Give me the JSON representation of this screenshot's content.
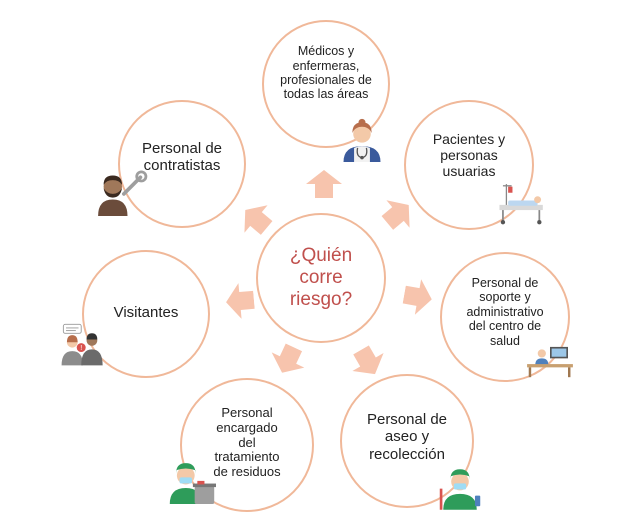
{
  "diagram": {
    "center": "¿Quién corre riesgo?",
    "nodes": {
      "medicos": "Médicos y enfermeras, profesionales de todas las áreas",
      "pacientes": "Pacientes y personas usuarias",
      "soporte": "Personal de soporte y administrativo del centro de salud",
      "aseo": "Personal de aseo y recolección",
      "residuos": "Personal encargado del tratamiento de residuos",
      "visitantes": "Visitantes",
      "contratistas": "Personal de contratistas"
    }
  },
  "colors": {
    "circle_border": "#f0b899",
    "arrow": "#f7c4ad",
    "center_text": "#c0504d"
  }
}
